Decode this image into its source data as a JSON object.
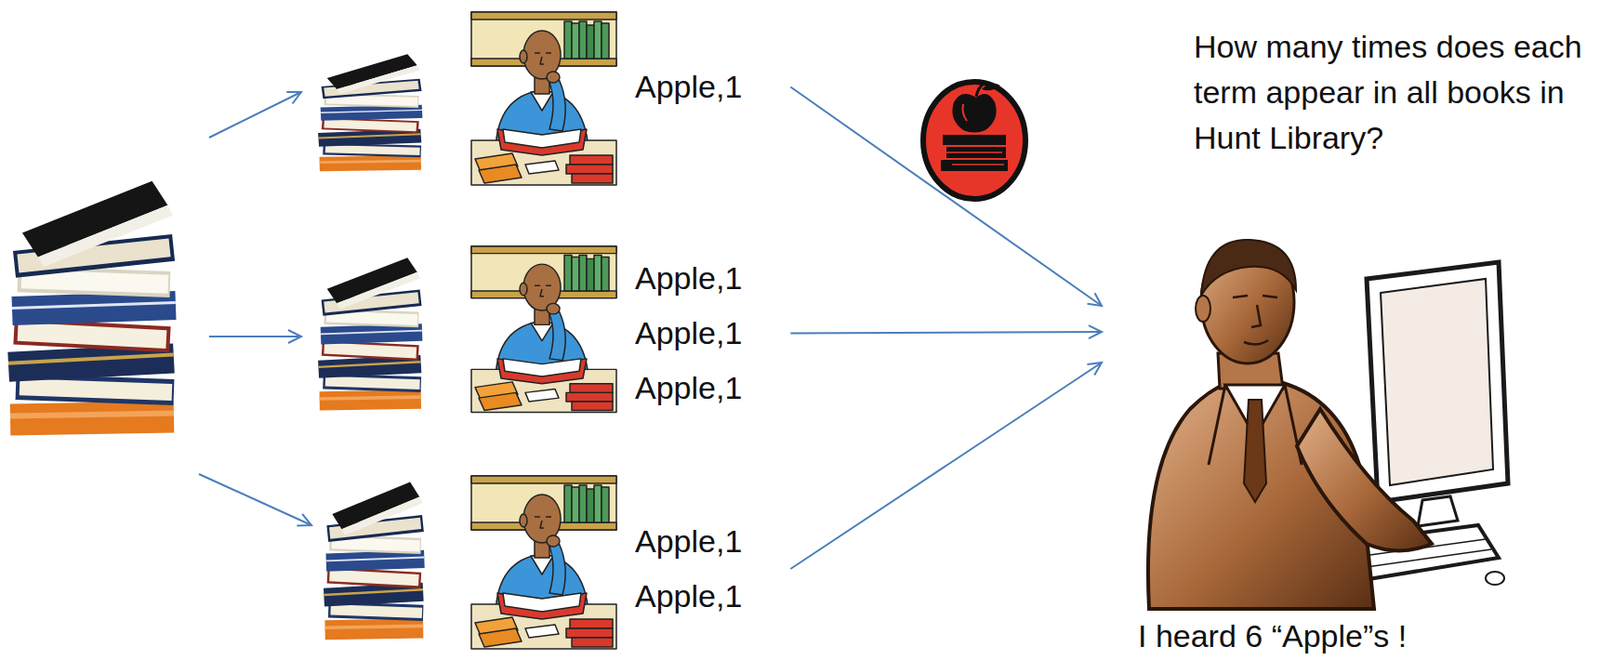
{
  "diagram": {
    "nodes": [
      {
        "text": [
          "Apple,1"
        ]
      },
      {
        "text": [
          "Apple,1",
          "Apple,1",
          "Apple,1"
        ]
      },
      {
        "text": [
          "Apple,1",
          "Apple,1"
        ]
      },
      {
        "text": [
          "I heard 6 “Apple”s !"
        ]
      }
    ],
    "edges": [
      {
        "from": 0,
        "to": 3,
        "arrow": "to"
      },
      {
        "from": 1,
        "to": 3,
        "arrow": "to"
      },
      {
        "from": 2,
        "to": 3,
        "arrow": "to"
      }
    ],
    "labels": [
      "How many times does each term appear in all books in Hunt Library?"
    ]
  }
}
